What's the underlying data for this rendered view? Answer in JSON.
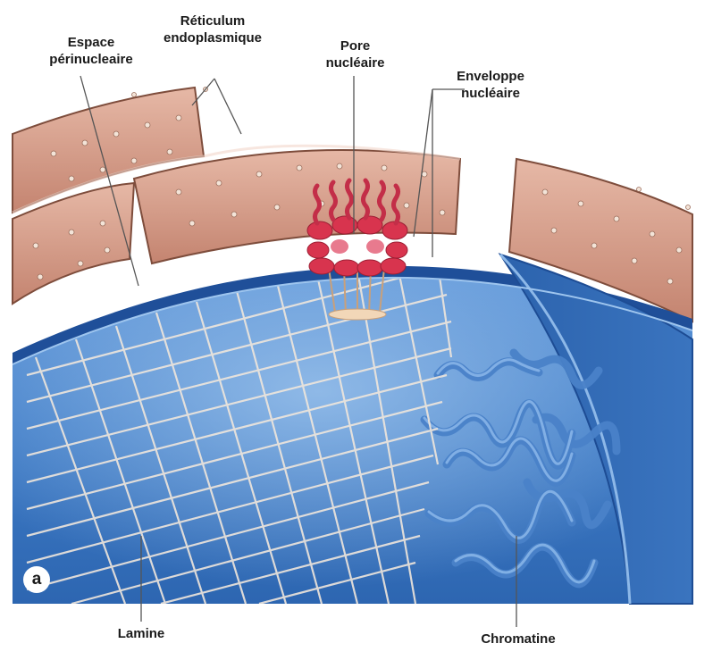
{
  "labels": {
    "reticulum": "Réticulum\nendoplasmique",
    "espace": "Espace\npérinucleaire",
    "pore": "Pore\nnucléaire",
    "enveloppe": "Enveloppe\nnucléaire",
    "lamine": "Lamine",
    "chromatine": "Chromatine"
  },
  "panel_letter": "a",
  "colors": {
    "membrane_outer": "#c78b78",
    "membrane_edge": "#8a5a48",
    "er_lumen": "#d9a695",
    "nucleus_blue": "#2f67b3",
    "nucleus_light": "#6fa3dc",
    "envelope_blue": "#2a5fa8",
    "lamina_mesh": "#efe6dc",
    "pore_red": "#d8344e",
    "chromatin": "#4d86cc"
  }
}
